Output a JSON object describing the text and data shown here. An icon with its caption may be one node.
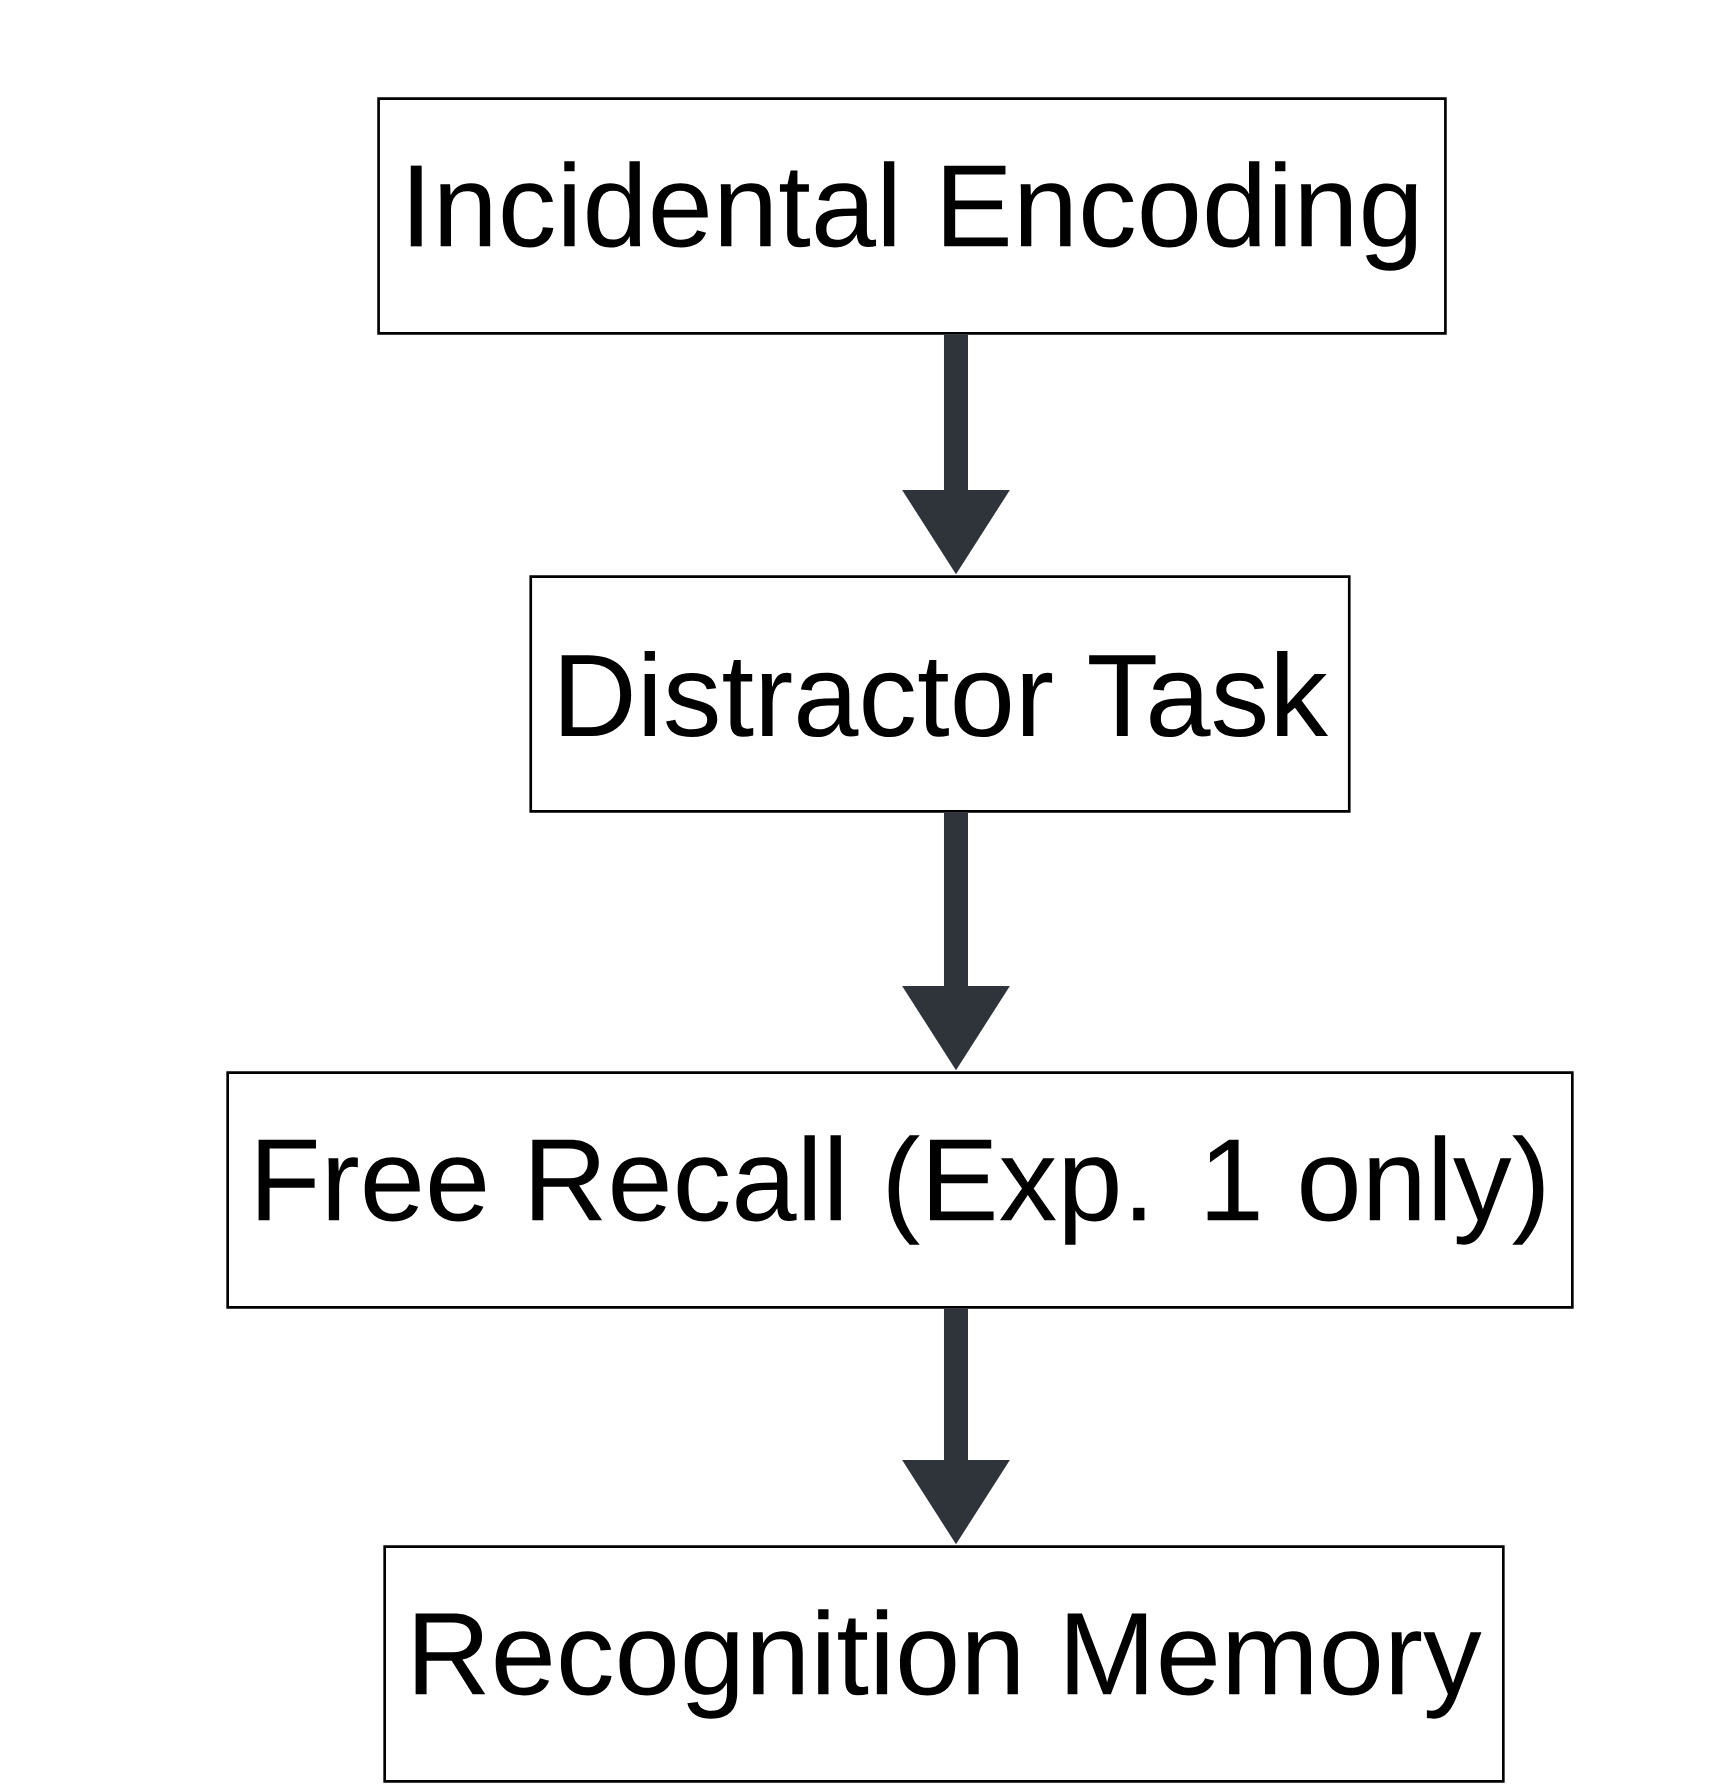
{
  "diagram": {
    "nodes": [
      {
        "text": [
          "Incidental Encoding"
        ]
      },
      {
        "text": [
          "Distractor Task"
        ]
      },
      {
        "text": [
          "Free Recall (Exp. 1 only)"
        ]
      },
      {
        "text": [
          "Recognition Memory"
        ]
      }
    ],
    "edges": [
      {
        "from": 0,
        "to": 1,
        "arrow": "to"
      },
      {
        "from": 1,
        "to": 2,
        "arrow": "to"
      },
      {
        "from": 2,
        "to": 3,
        "arrow": "to"
      }
    ]
  }
}
